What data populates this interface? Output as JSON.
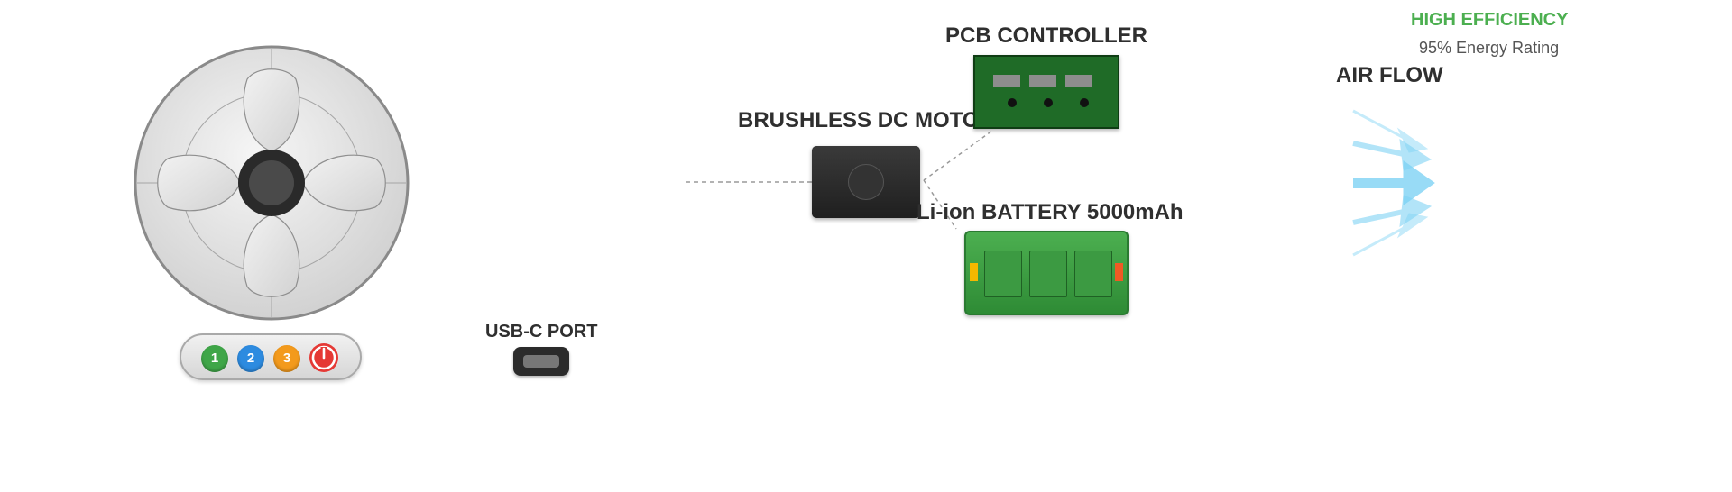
{
  "labels": {
    "motor": "BRUSHLESS DC MOTOR",
    "pcb": "PCB CONTROLLER",
    "battery": "Li-ion BATTERY 5000mAh",
    "usb": "USB-C PORT",
    "airflow": "AIR FLOW"
  },
  "efficiency": {
    "title": "HIGH EFFICIENCY",
    "subtitle": "95% Energy Rating"
  },
  "controls": {
    "speeds": [
      "1",
      "2",
      "3"
    ],
    "power_icon": "power-icon"
  },
  "colors": {
    "speed_1": "#3fa648",
    "speed_2": "#2d8be0",
    "speed_3": "#f39a1c",
    "power": "#e53935",
    "efficiency": "#4caf50",
    "airflow": "#7fd3f5"
  }
}
